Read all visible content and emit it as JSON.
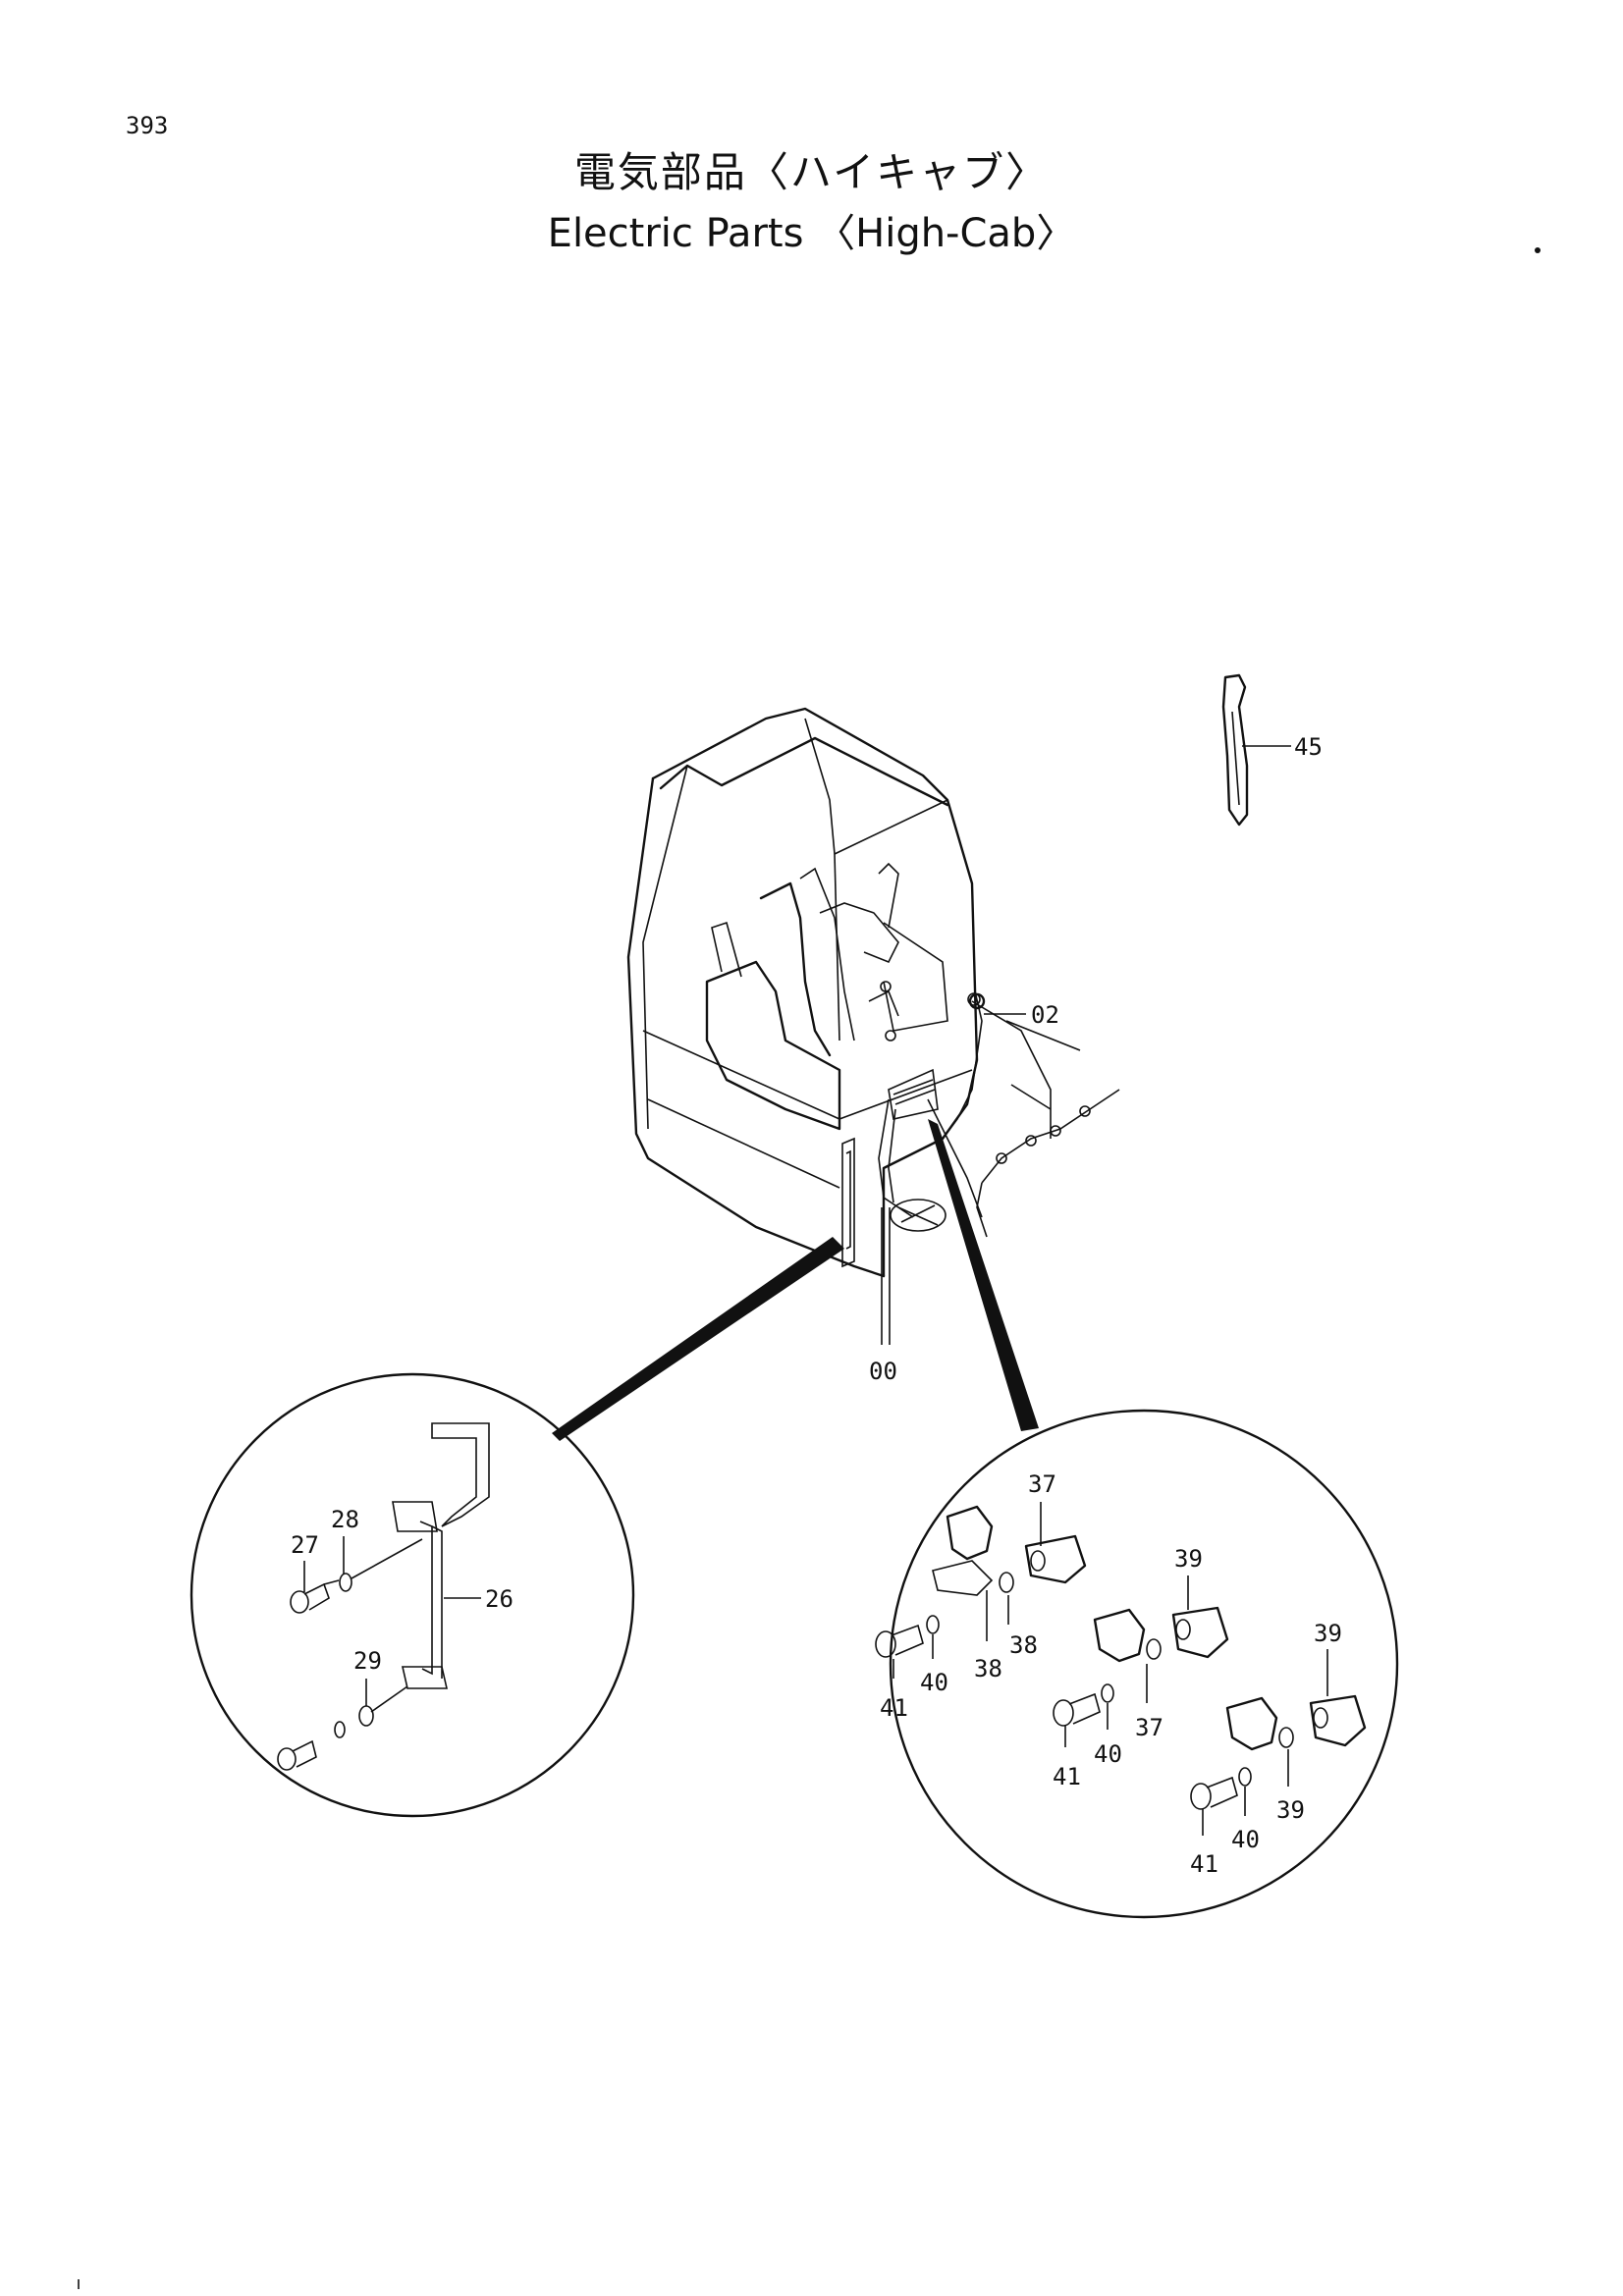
{
  "page_number": "393",
  "title_jp": "電気部品〈ハイキャブ〉",
  "title_en": "Electric Parts 〈High-Cab〉",
  "callouts": {
    "c00": "00",
    "c02": "02",
    "c45": "45",
    "c26": "26",
    "c27": "27",
    "c28": "28",
    "c29": "29",
    "c37a": "37",
    "c37b": "37",
    "c38a": "38",
    "c38b": "38",
    "c39a": "39",
    "c39b": "39",
    "c39c": "39",
    "c40a": "40",
    "c40b": "40",
    "c40c": "40",
    "c41a": "41",
    "c41b": "41",
    "c41c": "41"
  }
}
